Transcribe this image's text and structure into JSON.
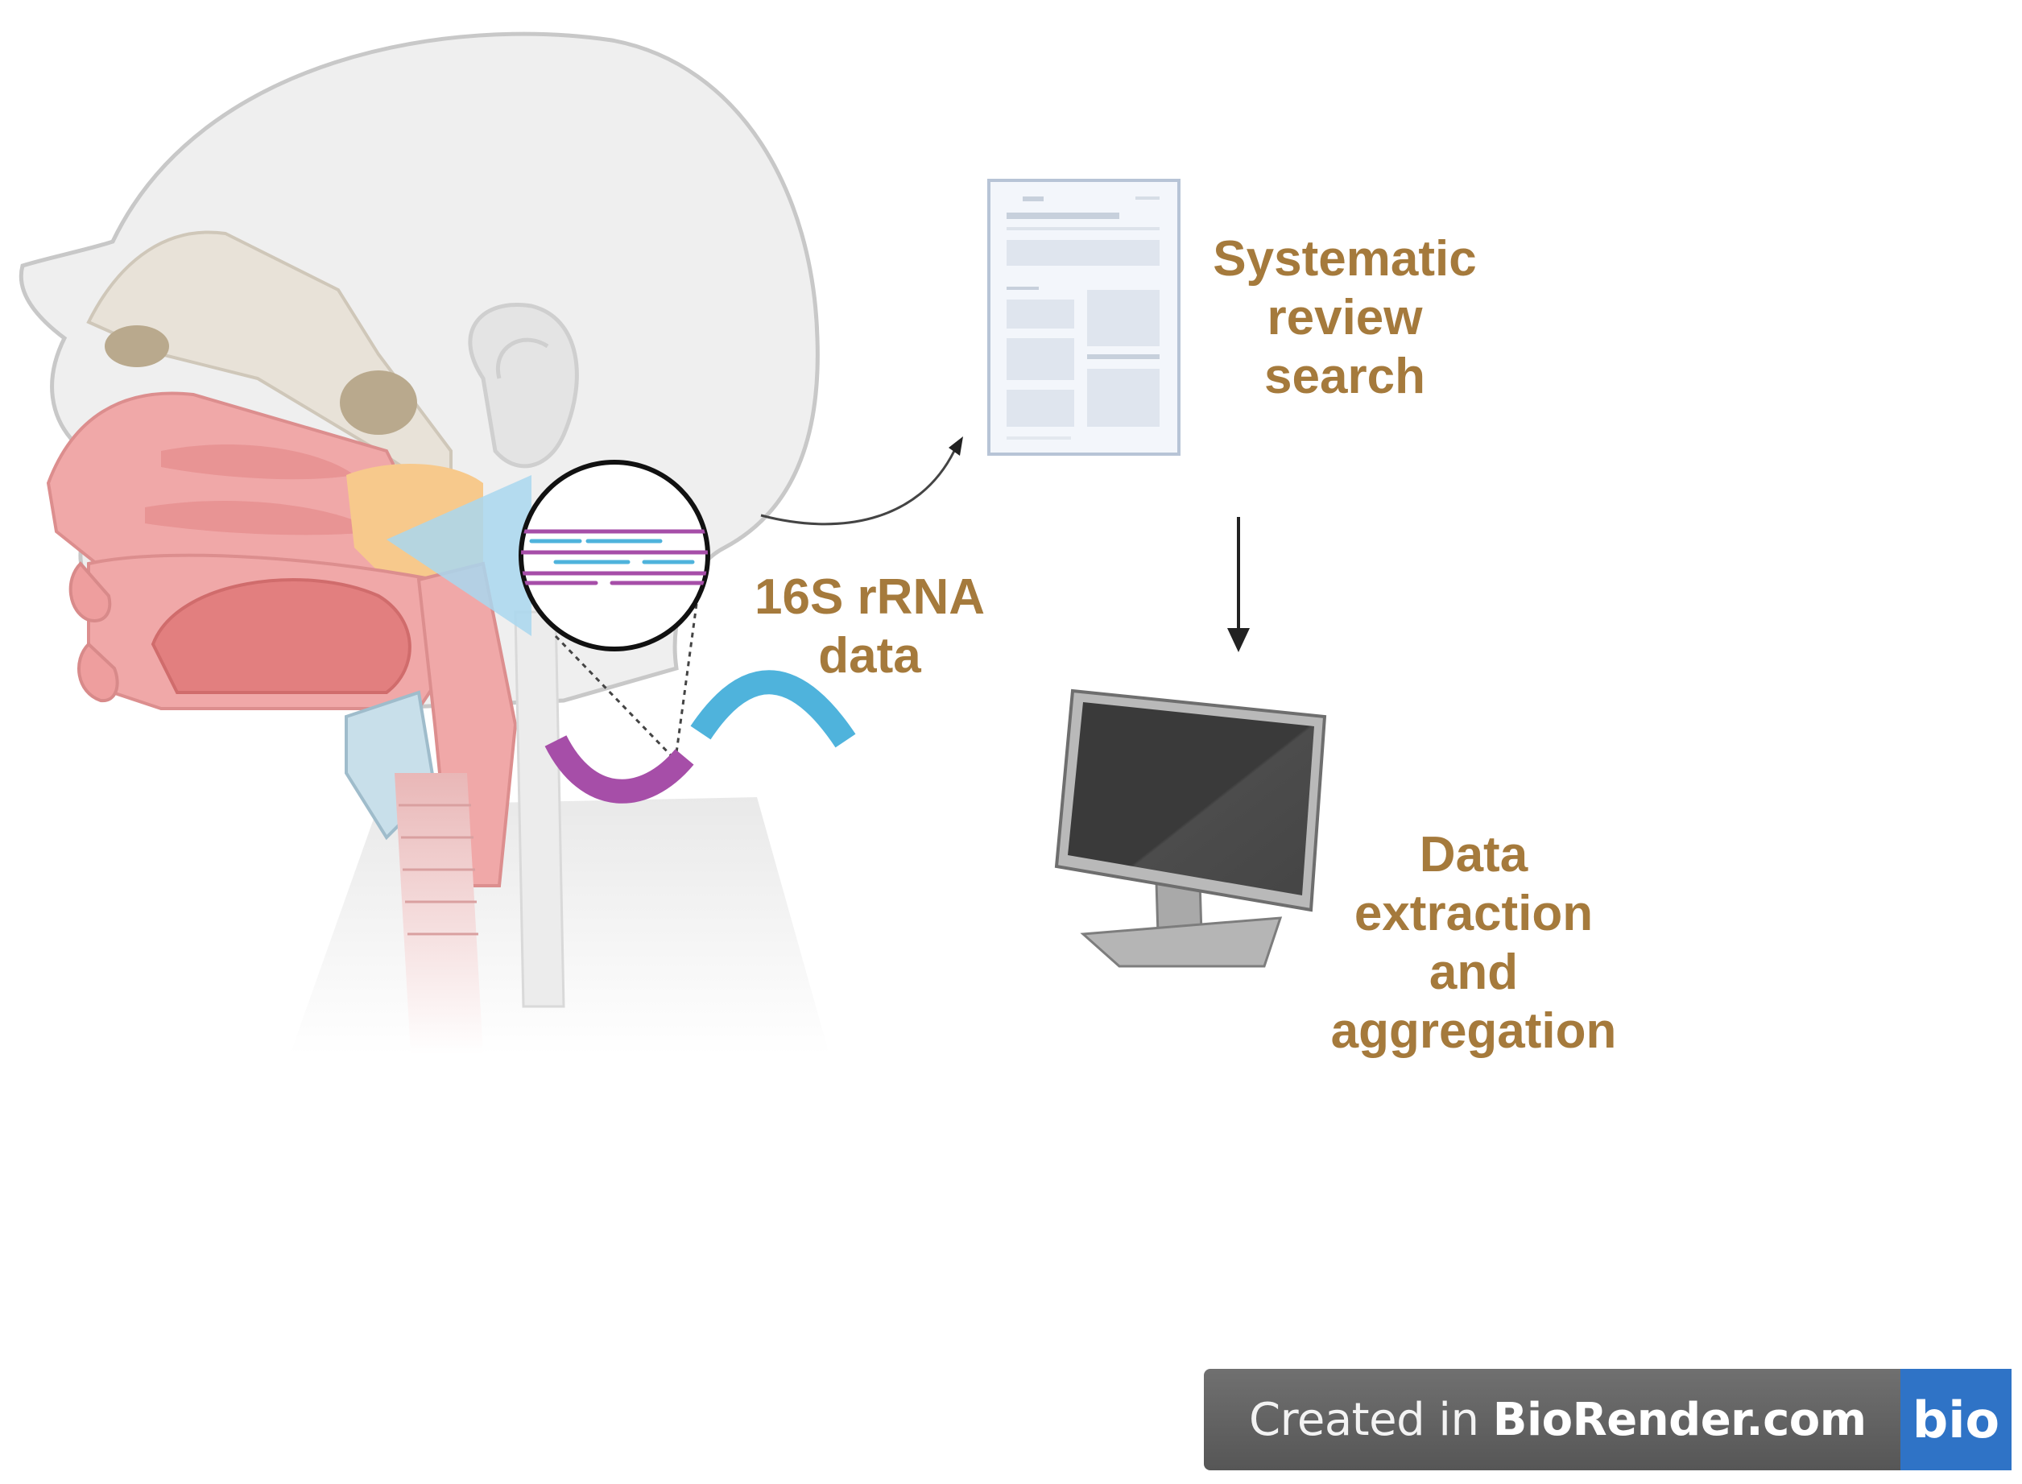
{
  "labels": {
    "rrna": [
      "16S rRNA",
      "data"
    ],
    "review": [
      "Systematic",
      "review",
      "search"
    ],
    "extraction": [
      "Data",
      "extraction",
      "and",
      "aggregation"
    ]
  },
  "badge": {
    "prefix": "Created in ",
    "brand": "BioRender.com",
    "logo": "bio"
  },
  "icons": [
    "head-anatomy-icon",
    "magnifier-icon",
    "dna-strand-icon",
    "document-icon",
    "computer-monitor-icon"
  ],
  "colors": {
    "label": "#a57a3c",
    "skin": "#efefef",
    "tissue": "#f0a8a8",
    "sinus": "#f7c98c",
    "dna_blue": "#4fb3dc",
    "dna_purple": "#a64ea8",
    "badge_bg": "#626262",
    "badge_logo": "#2f73c6"
  }
}
